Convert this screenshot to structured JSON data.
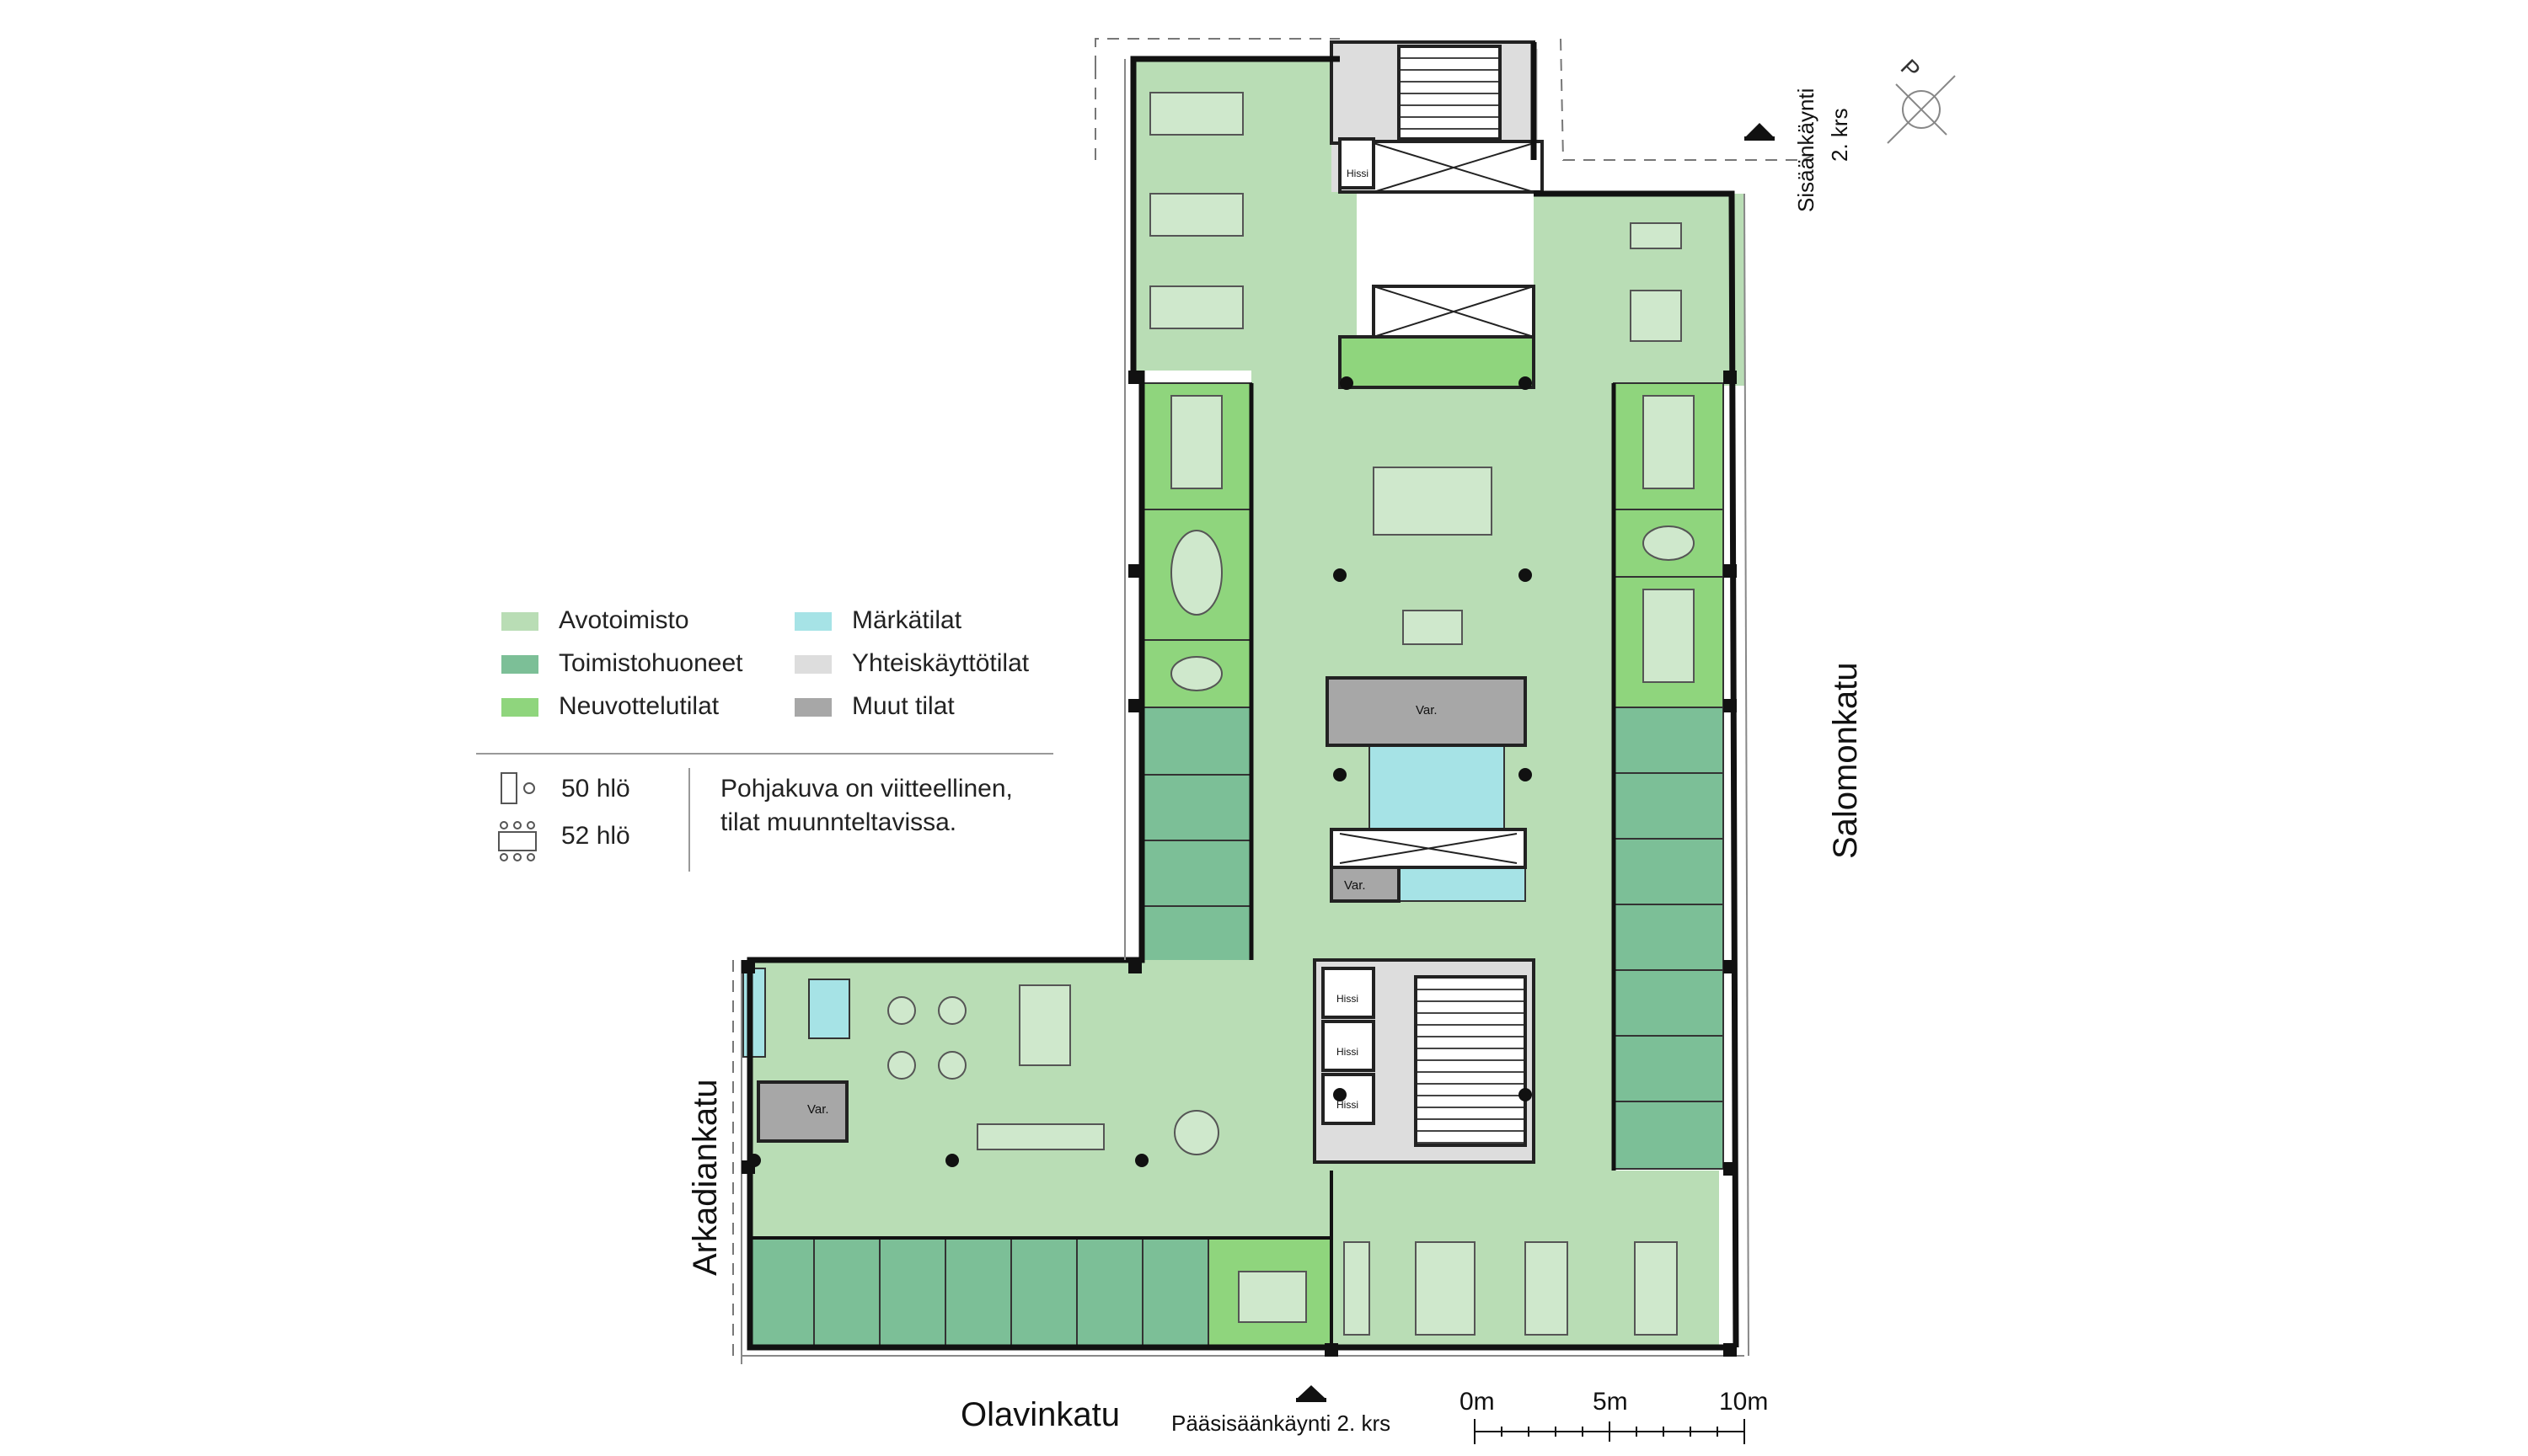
{
  "colors": {
    "avotoimisto": "#b9ddb5",
    "toimistohuoneet": "#7cbf97",
    "neuvottelutilat": "#8fd57d",
    "markatilat": "#a6e3e6",
    "yhteiskayttotilat": "#dddddd",
    "muut_tilat": "#a7a7a7",
    "wall": "#111111"
  },
  "legend": {
    "items": [
      {
        "label": "Avotoimisto",
        "color": "#b9ddb5"
      },
      {
        "label": "Toimistohuoneet",
        "color": "#7cbf97"
      },
      {
        "label": "Neuvottelutilat",
        "color": "#8fd57d"
      },
      {
        "label": "Märkätilat",
        "color": "#a6e3e6"
      },
      {
        "label": "Yhteiskäyttötilat",
        "color": "#dddddd"
      },
      {
        "label": "Muut tilat",
        "color": "#a7a7a7"
      }
    ],
    "capacity": [
      {
        "icon": "desk-icon",
        "label": "50 hlö"
      },
      {
        "icon": "meeting-table-icon",
        "label": "52 hlö"
      }
    ],
    "note_line1": "Pohjakuva on viitteellinen,",
    "note_line2": "tilat muunnteltavissa."
  },
  "streets": {
    "olavinkatu": "Olavinkatu",
    "arkadiankatu": "Arkadiankatu",
    "salomonkatu": "Salomonkatu"
  },
  "entrances": {
    "main": "Pääsisäänkäynti 2. krs",
    "side_line1": "Sisäänkäynti",
    "side_line2": "2. krs"
  },
  "labels": {
    "lift": "Hissi",
    "storage": "Var."
  },
  "north": "P",
  "scale": {
    "ticks": [
      "0m",
      "5m",
      "10m"
    ]
  }
}
